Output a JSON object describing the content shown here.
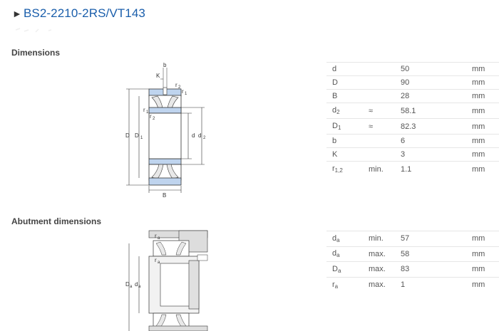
{
  "title": {
    "arrow": "►",
    "text": "BS2-2210-2RS/VT143"
  },
  "sections": {
    "dimensions": {
      "heading": "Dimensions"
    },
    "abutment": {
      "heading": "Abutment dimensions"
    }
  },
  "drawing_labels": {
    "b": "b",
    "K": "K",
    "r2": "r",
    "r2_sub": "2",
    "r1": "r",
    "r1_sub": "1",
    "D": "D",
    "D1": "D",
    "D1_sub": "1",
    "d": "d",
    "d2": "d",
    "d2_sub": "2",
    "B": "B",
    "ra": "r",
    "ra_sub": "a",
    "Da": "D",
    "Da_sub": "a",
    "da": "d",
    "da_sub": "a"
  },
  "dimensions": [
    {
      "sym": "d",
      "sub": "",
      "qual": "",
      "val": "50",
      "unit": "mm"
    },
    {
      "sym": "D",
      "sub": "",
      "qual": "",
      "val": "90",
      "unit": "mm"
    },
    {
      "sym": "B",
      "sub": "",
      "qual": "",
      "val": "28",
      "unit": "mm"
    },
    {
      "sym": "d",
      "sub": "2",
      "qual": "≈",
      "val": "58.1",
      "unit": "mm"
    },
    {
      "sym": "D",
      "sub": "1",
      "qual": "≈",
      "val": "82.3",
      "unit": "mm"
    },
    {
      "sym": "b",
      "sub": "",
      "qual": "",
      "val": "6",
      "unit": "mm"
    },
    {
      "sym": "K",
      "sub": "",
      "qual": "",
      "val": "3",
      "unit": "mm"
    },
    {
      "sym": "r",
      "sub": "1,2",
      "qual": "min.",
      "val": "1.1",
      "unit": "mm"
    }
  ],
  "abutment": [
    {
      "sym": "d",
      "sub": "a",
      "qual": "min.",
      "val": "57",
      "unit": "mm"
    },
    {
      "sym": "d",
      "sub": "a",
      "qual": "max.",
      "val": "58",
      "unit": "mm"
    },
    {
      "sym": "D",
      "sub": "a",
      "qual": "max.",
      "val": "83",
      "unit": "mm"
    },
    {
      "sym": "r",
      "sub": "a",
      "qual": "max.",
      "val": "1",
      "unit": "mm"
    }
  ]
}
